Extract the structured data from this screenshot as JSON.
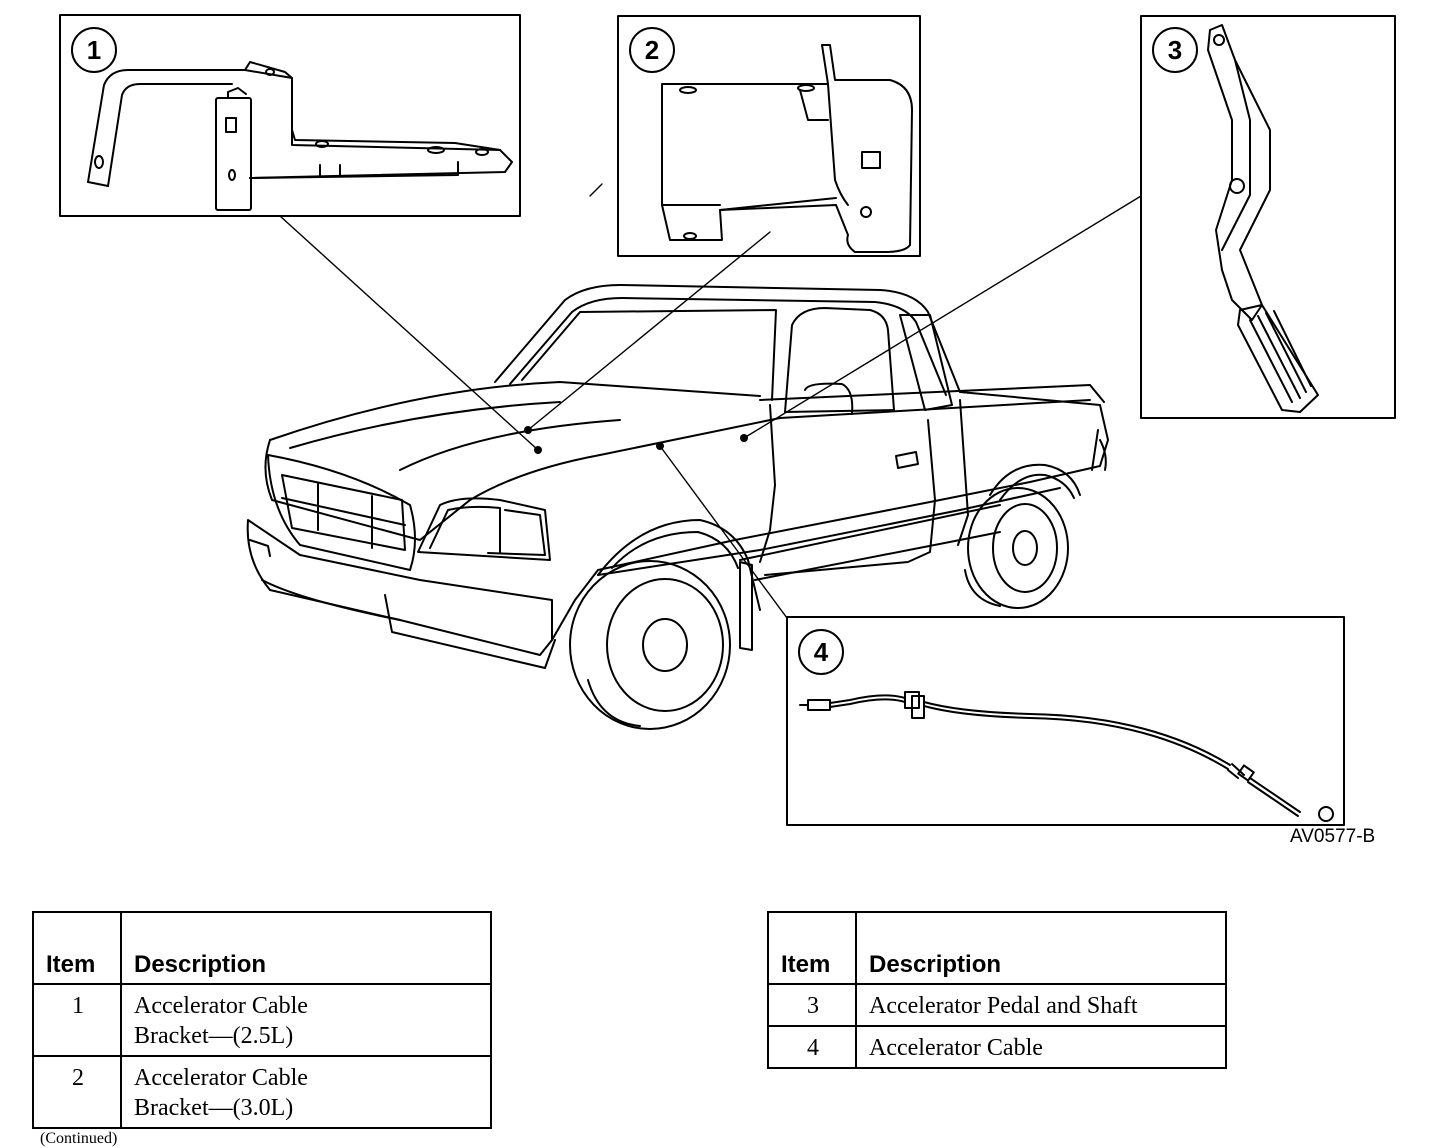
{
  "callouts": [
    "1",
    "2",
    "3",
    "4"
  ],
  "figure_code": "AV0577-B",
  "legend_left": {
    "header_item": "Item",
    "header_description": "Description",
    "rows": [
      {
        "item": "1",
        "desc_line1": "Accelerator Cable",
        "desc_line2": "Bracket—(2.5L)"
      },
      {
        "item": "2",
        "desc_line1": "Accelerator Cable",
        "desc_line2": "Bracket—(3.0L)"
      }
    ]
  },
  "legend_right": {
    "header_item": "Item",
    "header_description": "Description",
    "rows": [
      {
        "item": "3",
        "desc": "Accelerator Pedal and Shaft"
      },
      {
        "item": "4",
        "desc": "Accelerator Cable"
      }
    ]
  },
  "continued_note": "(Continued)"
}
